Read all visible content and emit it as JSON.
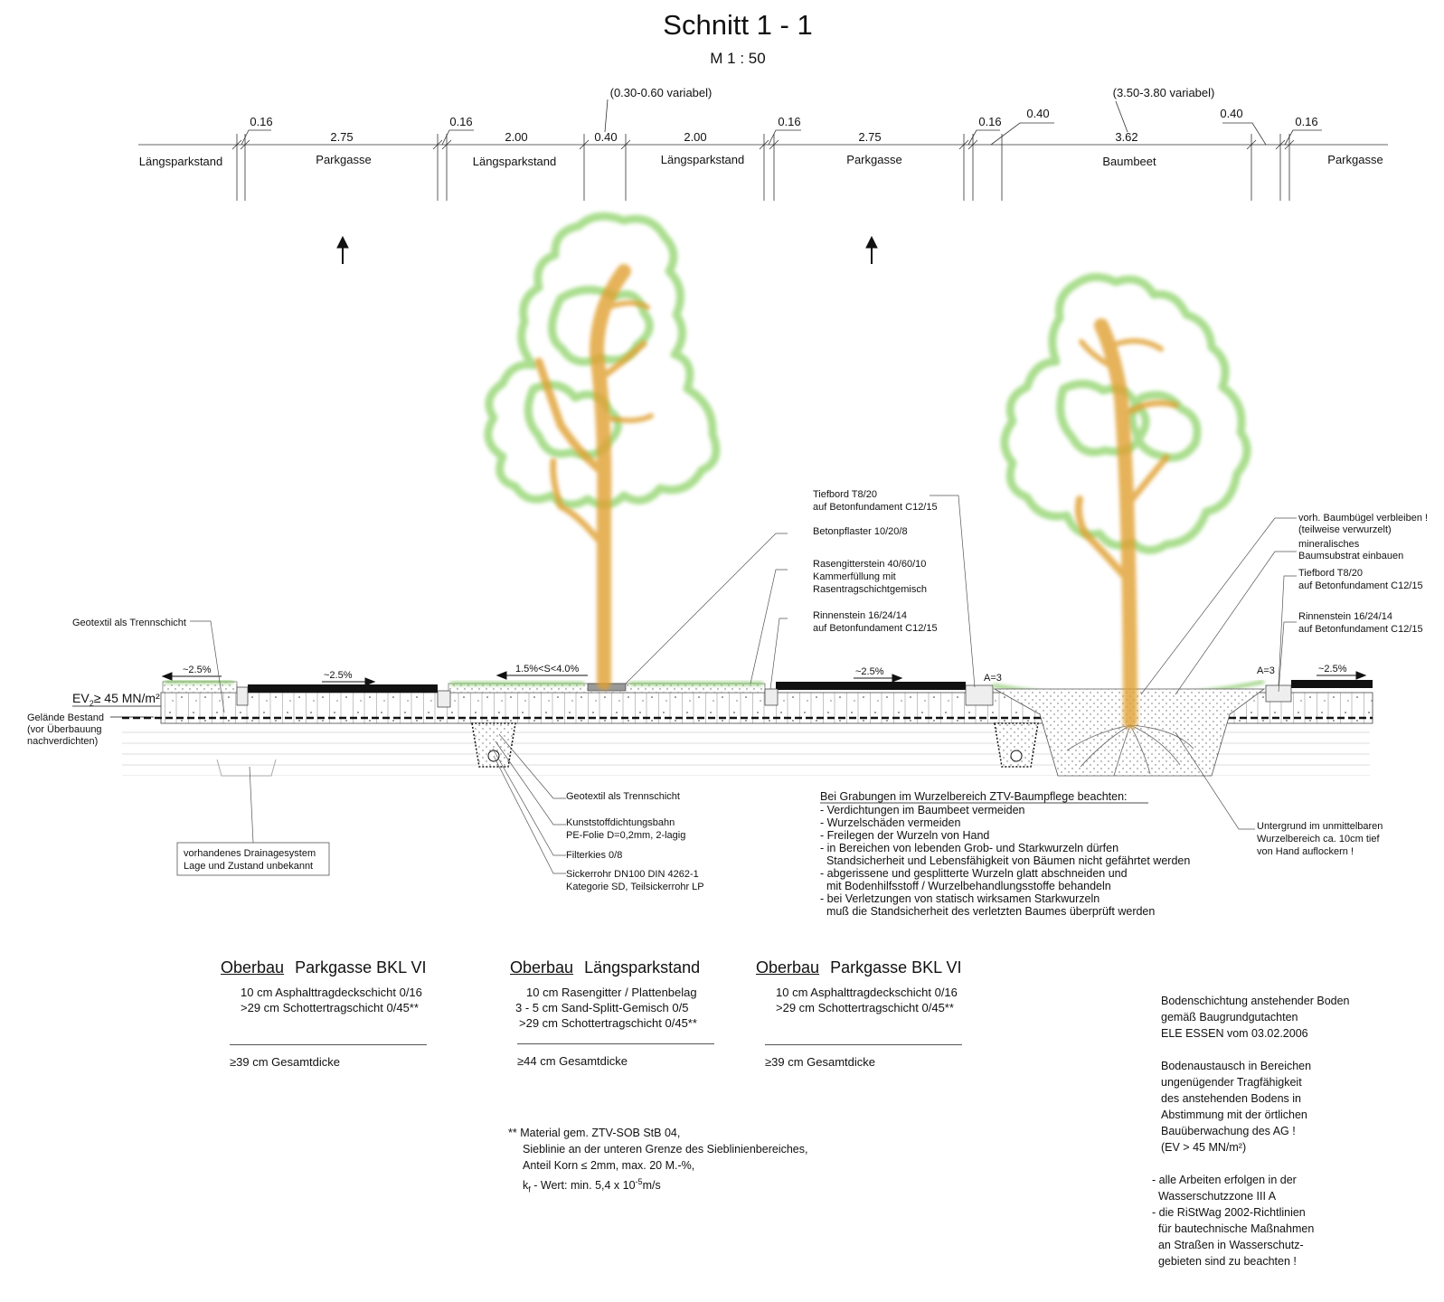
{
  "title": "Schnitt 1 - 1",
  "scale": "M 1 : 50",
  "dimension_chain": {
    "variable_left": "(0.30-0.60 variabel)",
    "variable_right": "(3.50-3.80 variabel)",
    "values": [
      "0.16",
      "2.75",
      "0.16",
      "2.00",
      "0.40",
      "2.00",
      "0.16",
      "2.75",
      "0.16",
      "0.40",
      "3.62",
      "0.40",
      "0.16"
    ],
    "sections": [
      "Längsparkstand",
      "Parkgasse",
      "Längsparkstand",
      "Längsparkstand",
      "Parkgasse",
      "Baumbeet",
      "Parkgasse"
    ]
  },
  "slopes": [
    "~2.5%",
    "~2.5%",
    "1.5%<S<4.0%",
    "~2.5%",
    "~2.5%"
  ],
  "markers": [
    "A=3",
    "A=3"
  ],
  "ev_label": {
    "prefix": "EV",
    "sub": "2",
    "suffix": "≥ 45 MN/m²"
  },
  "left_labels": {
    "geotextil": "Geotextil als Trennschicht",
    "gelaende": [
      "Gelände Bestand",
      "(vor Überbauung",
      "nachverdichten)"
    ],
    "drainage": [
      "vorhandenes Drainagesystem",
      "Lage und Zustand unbekannt"
    ]
  },
  "center_labels": {
    "tiefbord": [
      "Tiefbord T8/20",
      "auf Betonfundament C12/15"
    ],
    "betonpflaster": "Betonpflaster 10/20/8",
    "rasengitter": [
      "Rasengitterstein 40/60/10",
      "Kammerfüllung mit",
      "Rasentragschichtgemisch"
    ],
    "rinnenstein": [
      "Rinnenstein 16/24/14",
      "auf Betonfundament C12/15"
    ],
    "geotextil": "Geotextil als Trennschicht",
    "kunststoff": [
      "Kunststoffdichtungsbahn",
      "PE-Folie D=0,2mm, 2-lagig"
    ],
    "filterkies": "Filterkies 0/8",
    "sickerrohr": [
      "Sickerrohr DN100 DIN 4262-1",
      "Kategorie SD, Teilsickerrohr LP"
    ]
  },
  "right_labels": {
    "baumbuegel": [
      "vorh. Baumbügel verbleiben !",
      "(teilweise verwurzelt)"
    ],
    "substrat": [
      "mineralisches",
      "Baumsubstrat einbauen"
    ],
    "tiefbord": [
      "Tiefbord T8/20",
      "auf Betonfundament C12/15"
    ],
    "rinnenstein": [
      "Rinnenstein 16/24/14",
      "auf Betonfundament C12/15"
    ],
    "untergrund": [
      "Untergrund im unmittelbaren",
      "Wurzelbereich ca. 10cm tief",
      "von Hand auflockern !"
    ]
  },
  "root_notes": {
    "heading": "Bei Grabungen im Wurzelbereich ZTV-Baumpflege beachten:",
    "lines": [
      "- Verdichtungen im Baumbeet vermeiden",
      "- Wurzelschäden vermeiden",
      "- Freilegen der Wurzeln von Hand",
      "- in Bereichen von lebenden Grob- und Starkwurzeln dürfen",
      "  Standsicherheit und Lebensfähigkeit von Bäumen nicht gefährtet werden",
      "- abgerissene und gesplitterte Wurzeln glatt abschneiden und",
      "  mit Bodenhilfsstoff / Wurzelbehandlungsstoffe behandeln",
      "- bei Verletzungen von statisch wirksamen Starkwurzeln",
      "  muß die Standsicherheit des verletzten Baumes überprüft werden"
    ]
  },
  "oberbau": [
    {
      "label": "Oberbau",
      "title": "Parkgasse BKL VI",
      "rows": [
        "10 cm Asphalttragdeckschicht 0/16",
        ">29 cm Schottertragschicht 0/45**"
      ],
      "total": "≥39 cm Gesamtdicke"
    },
    {
      "label": "Oberbau",
      "title": "Längsparkstand",
      "rows": [
        "10 cm Rasengitter / Plattenbelag",
        "3 - 5 cm Sand-Splitt-Gemisch 0/5",
        ">29 cm Schottertragschicht 0/45**"
      ],
      "total": "≥44 cm Gesamtdicke"
    },
    {
      "label": "Oberbau",
      "title": "Parkgasse BKL VI",
      "rows": [
        "10 cm Asphalttragdeckschicht 0/16",
        ">29 cm Schottertragschicht 0/45**"
      ],
      "total": "≥39 cm Gesamtdicke"
    }
  ],
  "material_note": [
    "** Material gem. ZTV-SOB StB 04,",
    "Sieblinie an der unteren Grenze des Sieblinienbereiches,",
    "Anteil Korn ≤ 2mm, max. 20 M.-%,",
    "k",
    "f",
    " - Wert: min. 5,4 x 10",
    "-5",
    "m/s"
  ],
  "boden_notes": [
    "Bodenschichtung anstehender Boden",
    "gemäß Baugrundgutachten",
    "ELE ESSEN vom 03.02.2006",
    "",
    "Bodenaustausch in Bereichen",
    "ungenügender Tragfähigkeit",
    "des anstehenden Bodens in",
    "Abstimmung mit der örtlichen",
    "Bauüberwachung des AG !",
    "(EV > 45 MN/m²)",
    "",
    "- alle Arbeiten erfolgen in der",
    "  Wasserschutzzone III A",
    "- die RiStWag 2002-Richtlinien",
    "  für bautechnische Maßnahmen",
    "  an Straßen in Wasserschutz-",
    "  gebieten sind zu beachten !"
  ],
  "colors": {
    "foliage": "#8fd36a",
    "trunk": "#e0a030",
    "asphalt": "#111111",
    "grass": "#7cc35a"
  }
}
